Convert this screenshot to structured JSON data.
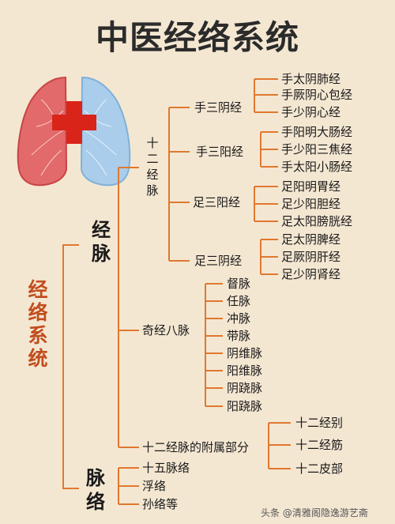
{
  "title": "中医经络系统",
  "root": "经络系统",
  "jingmai": {
    "label": "经脉",
    "shier": {
      "label": "十二经脉",
      "groups": [
        {
          "label": "手三阴经",
          "items": [
            "手太阴肺经",
            "手厥阴心包经",
            "手少阴心经"
          ]
        },
        {
          "label": "手三阳经",
          "items": [
            "手阳明大肠经",
            "手少阳三焦经",
            "手太阳小肠经"
          ]
        },
        {
          "label": "足三阳经",
          "items": [
            "足阳明胃经",
            "足少阳胆经",
            "足太阳膀胱经"
          ]
        },
        {
          "label": "足三阴经",
          "items": [
            "足太阴脾经",
            "足厥阴肝经",
            "足少阴肾经"
          ]
        }
      ]
    },
    "qijing": {
      "label": "奇经八脉",
      "items": [
        "督脉",
        "任脉",
        "冲脉",
        "带脉",
        "阴维脉",
        "阳维脉",
        "阴跷脉",
        "阳跷脉"
      ]
    },
    "fushu": {
      "label": "十二经脉的附属部分",
      "items": [
        "十二经别",
        "十二经筋",
        "十二皮部"
      ]
    }
  },
  "luomai": {
    "label": "脉络",
    "items": [
      "十五脉络",
      "浮络",
      "孙络等"
    ]
  },
  "watermark": "头条 @清雅阁隐逸游艺斋",
  "colors": {
    "accent": "#c14d1e",
    "line": "#e0782f",
    "lung_left": "#e36a6a",
    "lung_right": "#a9cdeb",
    "cross": "#d9241a"
  },
  "icons": [
    "lungs-icon",
    "medical-cross-icon"
  ]
}
